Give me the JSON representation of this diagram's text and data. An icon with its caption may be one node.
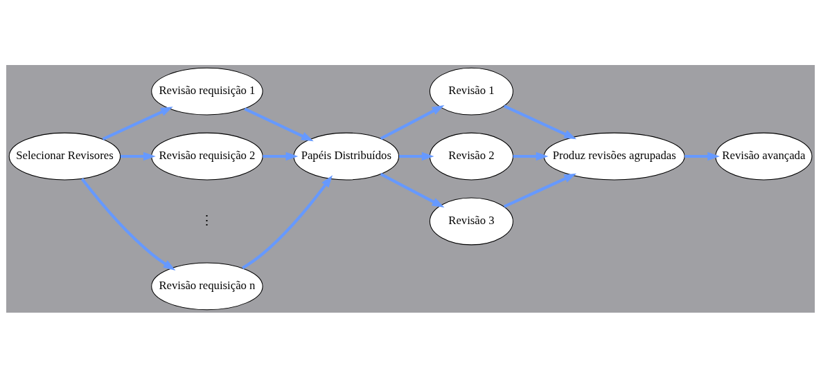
{
  "diagram": {
    "nodes": [
      {
        "text": [
          "Selecionar Revisores"
        ]
      },
      {
        "text": [
          "Revisão requisição 1"
        ]
      },
      {
        "text": [
          "Revisão requisição 2"
        ]
      },
      {
        "text": [
          "Revisão requisição n"
        ]
      },
      {
        "text": [
          "Papéis Distribuídos"
        ]
      },
      {
        "text": [
          "Revisão 1"
        ]
      },
      {
        "text": [
          "Revisão 2"
        ]
      },
      {
        "text": [
          "Revisão 3"
        ]
      },
      {
        "text": [
          "Produz revisões agrupadas"
        ]
      },
      {
        "text": [
          "Revisão avançada"
        ]
      }
    ],
    "edges": [
      {
        "from": 0,
        "to": 1,
        "arrow": "to"
      },
      {
        "from": 0,
        "to": 2,
        "arrow": "to"
      },
      {
        "from": 0,
        "to": 3,
        "arrow": "to"
      },
      {
        "from": 1,
        "to": 4,
        "arrow": "to"
      },
      {
        "from": 2,
        "to": 4,
        "arrow": "to"
      },
      {
        "from": 3,
        "to": 4,
        "arrow": "to"
      },
      {
        "from": 4,
        "to": 5,
        "arrow": "to"
      },
      {
        "from": 4,
        "to": 6,
        "arrow": "to"
      },
      {
        "from": 4,
        "to": 7,
        "arrow": "to"
      },
      {
        "from": 5,
        "to": 8,
        "arrow": "to"
      },
      {
        "from": 6,
        "to": 8,
        "arrow": "to"
      },
      {
        "from": 7,
        "to": 8,
        "arrow": "to"
      },
      {
        "from": 8,
        "to": 9,
        "arrow": "to"
      }
    ],
    "labels": [
      "⋮"
    ]
  }
}
